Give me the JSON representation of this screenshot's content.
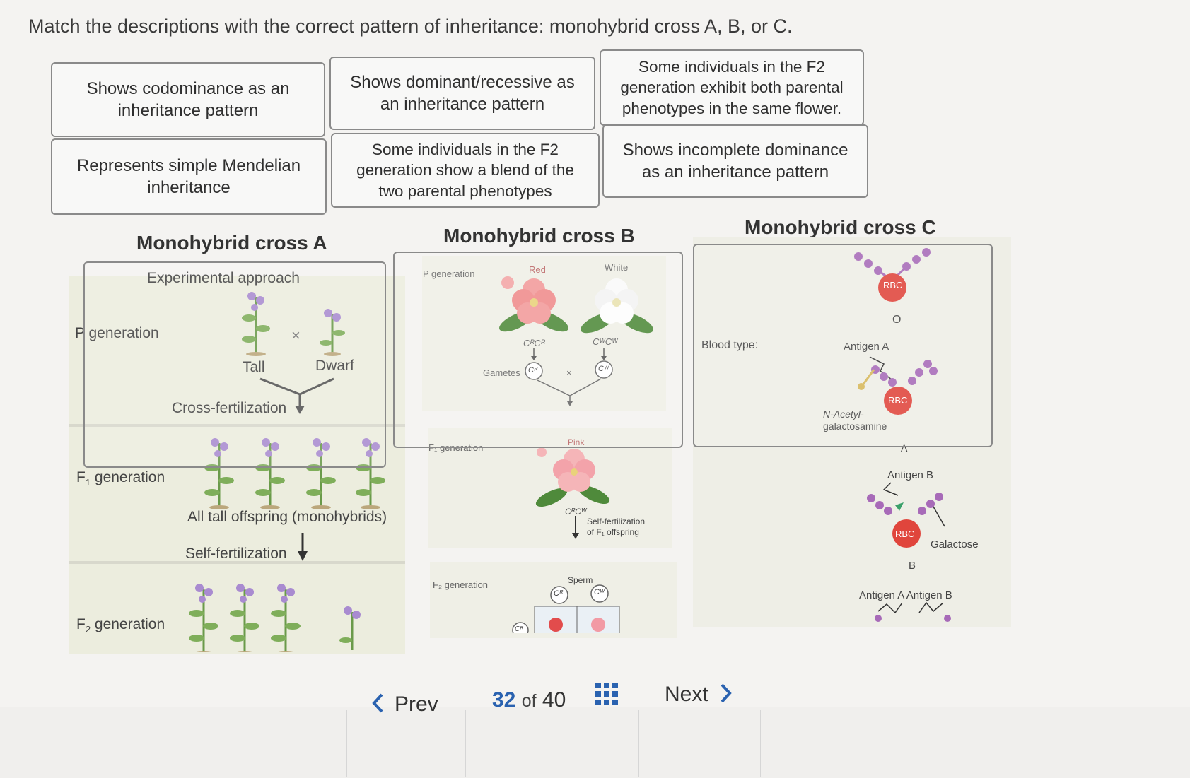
{
  "question": "Match the descriptions with the correct pattern of inheritance: monohybrid cross A, B, or C.",
  "cards": [
    "Shows codominance as an inheritance pattern",
    "Shows dominant/recessive as an inheritance pattern",
    "Some individuals in the F2 generation exhibit both parental phenotypes in the same flower.",
    "Represents simple Mendelian inheritance",
    "Some individuals in the F2 generation show a blend of the two parental phenotypes",
    "Shows incomplete dominance as an inheritance pattern"
  ],
  "cross_a": {
    "title": "Monohybrid cross A",
    "approach": "Experimental approach",
    "p_gen": "P generation",
    "tall": "Tall",
    "dwarf": "Dwarf",
    "times": "×",
    "cross_fert": "Cross-fertilization",
    "f1_gen_pre": "F",
    "f1_gen_sub": "1",
    "f1_gen_post": " generation",
    "all_tall": "All tall offspring (monohybrids)",
    "self_fert": "Self-fertilization",
    "f2_gen_pre": "F",
    "f2_gen_sub": "2",
    "f2_gen_post": " generation"
  },
  "cross_b": {
    "title": "Monohybrid cross B",
    "p_gen": "P generation",
    "red": "Red",
    "white": "White",
    "geno_red": "CᴿCᴿ",
    "geno_white": "CᵂCᵂ",
    "gametes": "Gametes",
    "gam_r": "Cᴿ",
    "gam_w": "Cᵂ",
    "times": "×",
    "f1_gen": "F₁ generation",
    "pink": "Pink",
    "geno_pink": "CᴿCᵂ",
    "self_fert_1": "Self-fertilization",
    "self_fert_2": "of F₁ offspring",
    "f2_gen": "F₂ generation",
    "sperm": "Sperm",
    "sperm_r": "Cᴿ",
    "sperm_w": "Cᵂ",
    "egg_r": "Cᴿ"
  },
  "cross_c": {
    "title": "Monohybrid cross C",
    "blood_type": "Blood type:",
    "rbc": "RBC",
    "type_o": "O",
    "antigen_a": "Antigen A",
    "nacetyl_1": "N-Acetyl-",
    "nacetyl_2": "galactosamine",
    "type_a": "A",
    "antigen_b": "Antigen B",
    "galactose": "Galactose",
    "type_b": "B",
    "antigen_ab": "Antigen A Antigen B"
  },
  "nav": {
    "prev": "Prev",
    "page_current": "32",
    "page_of": "of",
    "page_total": "40",
    "next": "Next"
  },
  "colors": {
    "rbc": "#e0453c",
    "sugar": "#a76ab8",
    "flower_red": "#f08b8b",
    "leaf": "#4f8a3b"
  }
}
